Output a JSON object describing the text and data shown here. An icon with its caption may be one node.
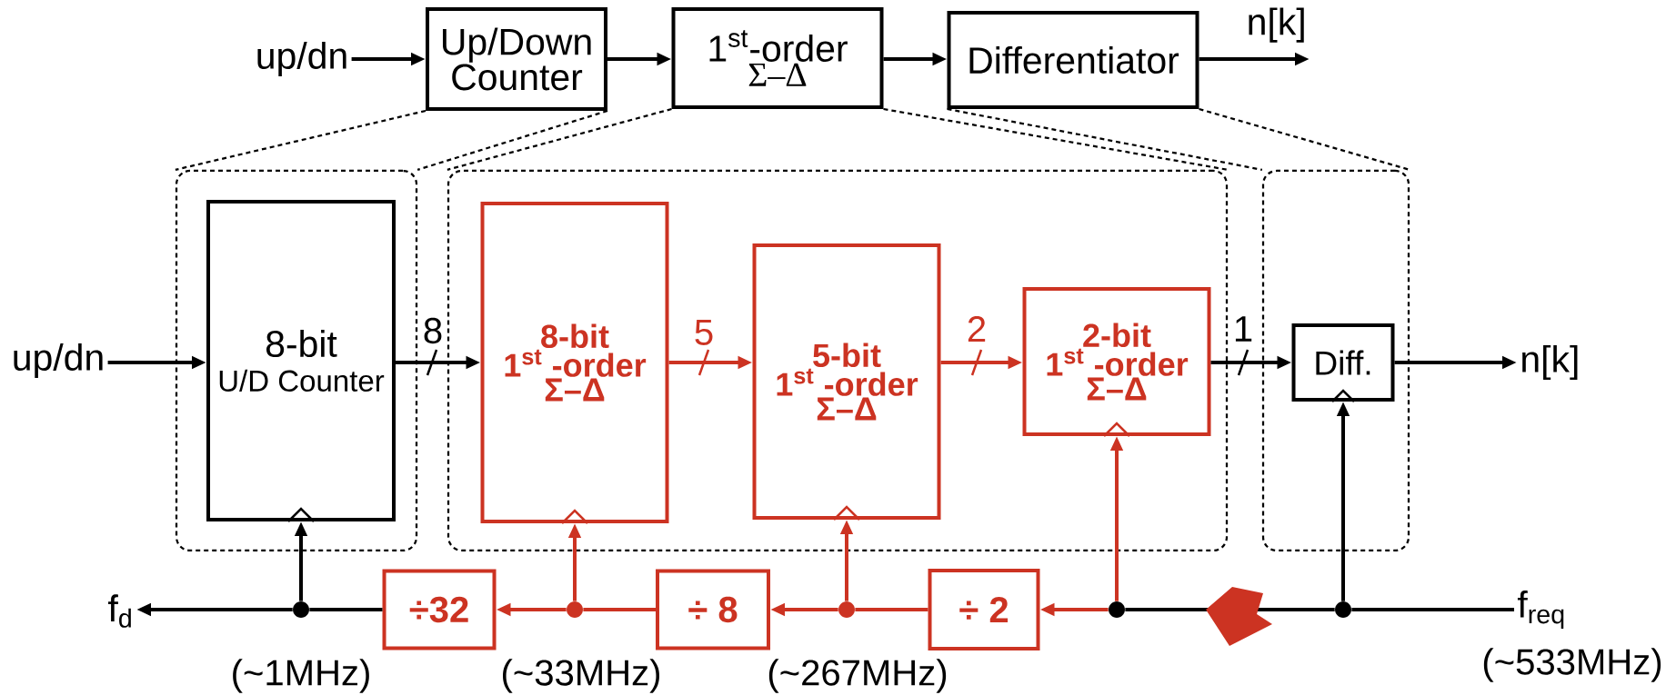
{
  "diagram": {
    "nodes": [
      {
        "text": [
          "up/dn"
        ]
      },
      {
        "text": [
          "Up/Down Counter"
        ]
      },
      {
        "text": [
          "1$^{st}$-order",
          "Σ–Δ"
        ]
      },
      {
        "text": [
          "Differentiator"
        ]
      },
      {
        "text": [
          "n[k]"
        ]
      },
      {
        "text": [],
        "shape": "box"
      },
      {
        "text": [],
        "shape": "box"
      },
      {
        "text": [],
        "shape": "box"
      },
      {
        "text": [
          "up/dn"
        ]
      },
      {
        "text": [
          "8-bit",
          "U/D Counter"
        ],
        "in": 5
      },
      {
        "text": [
          "8-bit",
          "1$^{st}$ -order",
          "Σ–Δ"
        ],
        "in": 6
      },
      {
        "text": [
          "5-bit",
          "1$^{st}$ -order",
          "Σ–Δ"
        ],
        "in": 6
      },
      {
        "text": [
          "2-bit",
          "1$^{st}$ -order",
          "Σ–Δ"
        ],
        "in": 6
      },
      {
        "text": [
          "Diff."
        ],
        "in": 7
      },
      {
        "text": [
          "n[k]"
        ]
      },
      {
        "text": [
          "÷32"
        ]
      },
      {
        "text": [
          "÷ 8"
        ]
      },
      {
        "text": [
          "÷ 2"
        ]
      },
      {
        "text": [
          "f$_{d}$"
        ]
      },
      {
        "text": [
          "f$_{req}$"
        ]
      },
      {
        "text": [],
        "shape": "circle"
      },
      {
        "text": [],
        "shape": "circle"
      },
      {
        "text": [],
        "shape": "circle"
      },
      {
        "text": [],
        "shape": "circle"
      },
      {
        "text": [],
        "shape": "circle"
      }
    ],
    "edges": [
      {
        "from": 0,
        "to": 1,
        "arrow": "to"
      },
      {
        "from": 1,
        "to": 2,
        "arrow": "to"
      },
      {
        "from": 2,
        "to": 3,
        "arrow": "to"
      },
      {
        "from": 3,
        "to": 4,
        "arrow": "to"
      },
      {
        "from": 1,
        "to": 5,
        "arrow": "none",
        "style": "dashed"
      },
      {
        "from": 1,
        "to": 5,
        "arrow": "none",
        "style": "dashed"
      },
      {
        "from": 2,
        "to": 6,
        "arrow": "none",
        "style": "dashed"
      },
      {
        "from": 2,
        "to": 6,
        "arrow": "none",
        "style": "dashed"
      },
      {
        "from": 3,
        "to": 7,
        "arrow": "none",
        "style": "dashed"
      },
      {
        "from": 3,
        "to": 7,
        "arrow": "none",
        "style": "dashed"
      },
      {
        "from": 8,
        "to": 9,
        "arrow": "to"
      },
      {
        "from": 9,
        "to": 10,
        "arrow": "to",
        "label": "8"
      },
      {
        "from": 10,
        "to": 11,
        "arrow": "to",
        "label": "5",
        "color": "#cc3322"
      },
      {
        "from": 11,
        "to": 12,
        "arrow": "to",
        "label": "2",
        "color": "#cc3322"
      },
      {
        "from": 12,
        "to": 13,
        "arrow": "to",
        "label": "1"
      },
      {
        "from": 13,
        "to": 14,
        "arrow": "to"
      },
      {
        "from": 19,
        "to": 24,
        "arrow": "none"
      },
      {
        "from": 24,
        "to": 23,
        "arrow": "none"
      },
      {
        "from": 23,
        "to": 17,
        "arrow": "to",
        "color": "#cc3322"
      },
      {
        "from": 17,
        "to": 22,
        "arrow": "none",
        "color": "#cc3322"
      },
      {
        "from": 22,
        "to": 16,
        "arrow": "to",
        "color": "#cc3322"
      },
      {
        "from": 16,
        "to": 21,
        "arrow": "none",
        "color": "#cc3322"
      },
      {
        "from": 21,
        "to": 15,
        "arrow": "to",
        "color": "#cc3322"
      },
      {
        "from": 15,
        "to": 20,
        "arrow": "none"
      },
      {
        "from": 20,
        "to": 18,
        "arrow": "to"
      },
      {
        "from": 24,
        "to": 13,
        "arrow": "to"
      },
      {
        "from": 23,
        "to": 12,
        "arrow": "to",
        "color": "#cc3322"
      },
      {
        "from": 22,
        "to": 11,
        "arrow": "to",
        "color": "#cc3322"
      },
      {
        "from": 21,
        "to": 10,
        "arrow": "to",
        "color": "#cc3322"
      },
      {
        "from": 20,
        "to": 9,
        "arrow": "to"
      }
    ],
    "labels": [
      "(~1MHz)",
      "(~33MHz)",
      "(~267MHz)",
      "(~533MHz)"
    ]
  }
}
